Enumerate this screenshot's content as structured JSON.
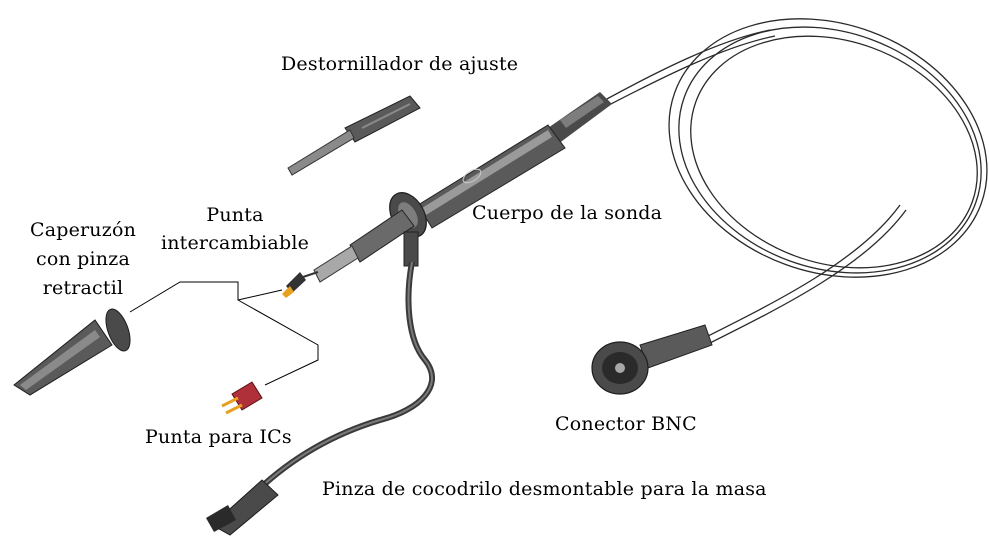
{
  "labels": {
    "destornillador": "Destornillador de ajuste",
    "caperuzon": [
      "Caperuzón",
      "con pinza",
      "retractil"
    ],
    "punta_intercambiable": [
      "Punta",
      "intercambiable"
    ],
    "cuerpo": "Cuerpo de la sonda",
    "punta_ics": "Punta para ICs",
    "conector_bnc": "Conector BNC",
    "pinza_cocodrilo": "Pinza de cocodrilo desmontable para la masa"
  },
  "colors": {
    "probe_dark": "#4a4a4a",
    "probe_mid": "#7d7d7d",
    "probe_light": "#a8a8a8",
    "cable": "#2a2a2a",
    "tip_orange": "#e8a020",
    "ic_red": "#b0303a",
    "leader_line": "#000000"
  }
}
